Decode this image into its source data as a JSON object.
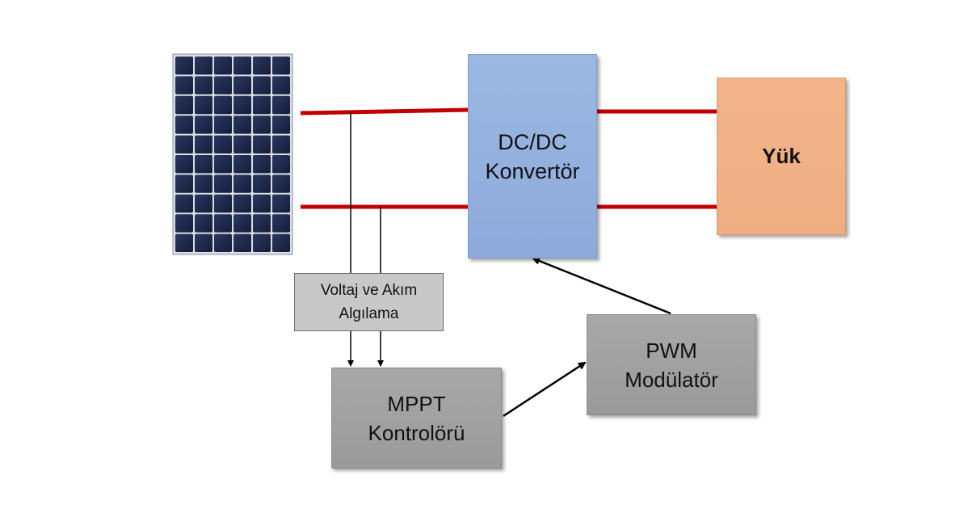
{
  "diagram": {
    "dcdc_converter": {
      "line1": "DC/DC",
      "line2": "Konvertör"
    },
    "load": {
      "label": "Yük"
    },
    "sensing": {
      "line1": "Voltaj ve Akım",
      "line2": "Algılama"
    },
    "mppt_controller": {
      "line1": "MPPT",
      "line2": "Kontrolörü"
    },
    "pwm_modulator": {
      "line1": "PWM",
      "line2": "Modülatör"
    },
    "colors": {
      "power_line": "#c00000",
      "signal_line": "#000000",
      "converter_fill": "#8eaadb",
      "load_fill": "#efae82",
      "block_fill": "#9f9f9f",
      "sensing_fill": "#c8c8c8",
      "panel_cell": "#1f2a4a",
      "panel_frame": "#d9dde6"
    }
  }
}
